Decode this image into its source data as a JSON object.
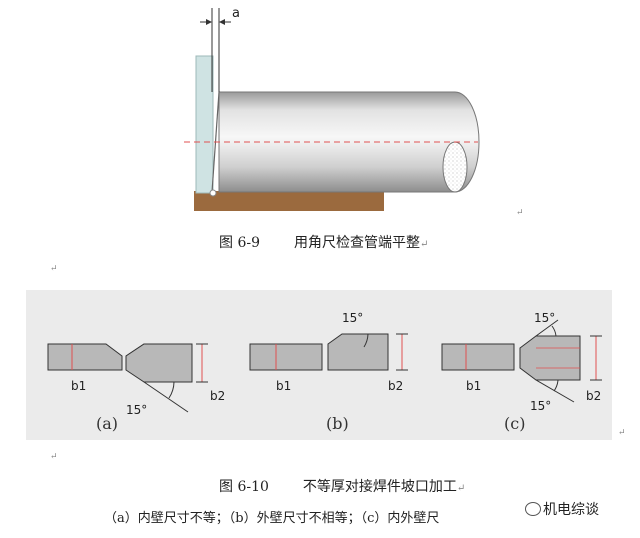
{
  "figure1": {
    "label_a": "a",
    "caption_num": "图 6-9",
    "caption_text": "用角尺检查管端平整",
    "return_mark": "↵"
  },
  "figure2": {
    "labels": {
      "b1": "b1",
      "b2": "b2",
      "angle": "15°"
    },
    "panels": [
      {
        "label": "(a)"
      },
      {
        "label": "(b)"
      },
      {
        "label": "(c)"
      }
    ],
    "caption_num": "图 6-10",
    "caption_text": "不等厚对接焊件坡口加工",
    "return_mark": "↵"
  },
  "description_line": "（a）内壁尺寸不等；（b）外壁尺寸不相等；（c）内外壁尺",
  "watermark": "机电综谈",
  "colors": {
    "pipe": "#d9d9d9",
    "base": "#9b6a3e",
    "square": "#cfe3e3",
    "red_dash": "#e05050",
    "shape_fill": "#b8b8b8",
    "panel_bg": "#ebebeb"
  }
}
